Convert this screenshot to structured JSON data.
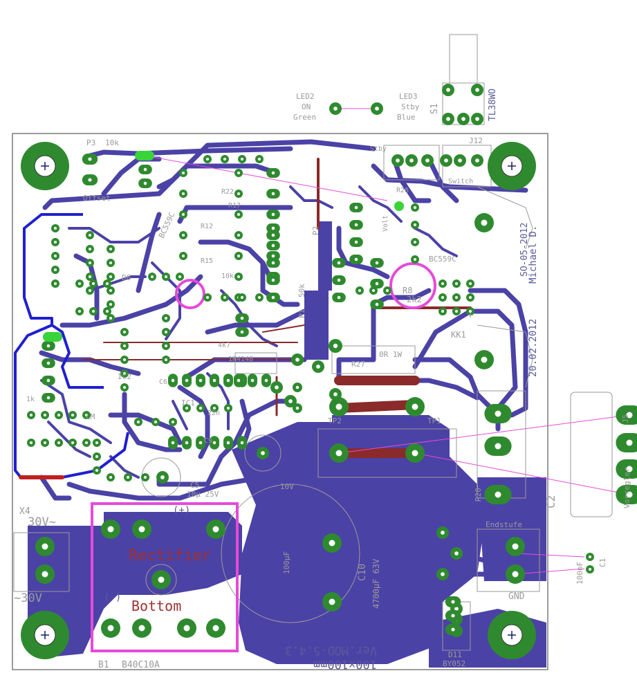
{
  "colors": {
    "copper": "#4b42a6",
    "copper_dark": "#3a3290",
    "pad": "#2f8a2f",
    "pad_hole": "#ffffff",
    "jumper": "#8a2a2a",
    "highlight": "#e64ad9",
    "green_bright": "#39d43a",
    "blue_trace": "#1f1fd1",
    "silk": "#9a9a9a",
    "board_edge": "#7a7a7a"
  },
  "labels": {
    "led2": "LED2",
    "led2_on": "ON",
    "led2_color": "Green",
    "led3": "LED3",
    "led3_stby": "Stby",
    "led3_color": "Blue",
    "switch_s1": "S1",
    "switch_part": "TL38WO",
    "p3": "P3",
    "p3_value": "10k",
    "offset": "Offset",
    "rectifier": "Rectifier",
    "bottom": "Bottom",
    "rect_plus": "(+)",
    "rect_minus": "(-)",
    "b1": "B1",
    "b1_part": "B40C10A",
    "x4": "X4",
    "v30_top": "30V~",
    "v30_bottom": "~30V",
    "c10": "C10",
    "c10_value": "4700µF 63V",
    "c10_alt": "100µF",
    "version": "Ver.MOD-5.4.3",
    "size": "100x100mm",
    "date": "20.02.2012",
    "author": "Michael D.",
    "date_mirror": "SO-05-2012",
    "r8": "R8",
    "r8_value": "2k2",
    "r27": "R27",
    "r27_value": "0R 1W",
    "ic2": "IC2",
    "ic1": "IC1",
    "c5": "C5",
    "c5_value": "10µ 25V",
    "c2": "C2",
    "c1": "C1",
    "c1_value": "100nF",
    "d11": "D11",
    "d11_part": "BY052",
    "endstufe": "Endstufe",
    "gnd": "GND",
    "vorregler": "Vorregler",
    "j5": "J5",
    "j12": "J12",
    "switch_label": "Switch",
    "stby": "Stby",
    "kk1": "KK1",
    "bc559c": "BC559C",
    "bc559c_b": "BC559C",
    "lm": "LM",
    "p1": "P1",
    "p1_value": "50k",
    "p2": "P2",
    "r20": "R20",
    "plus": "+",
    "tp1": "TP1",
    "tp2": "TP2",
    "r28": "R28",
    "v_label": "Volt",
    "mid_r": "R12",
    "r15": "R15",
    "r22": "R22",
    "r17": "R17",
    "c6": "C6",
    "c9": "C9",
    "d6": "D6",
    "mln": "1N4148",
    "ten": "10V",
    "r10k": "10k",
    "r4k7": "4k7",
    "r1k": "1k",
    "r22n": "22n"
  }
}
